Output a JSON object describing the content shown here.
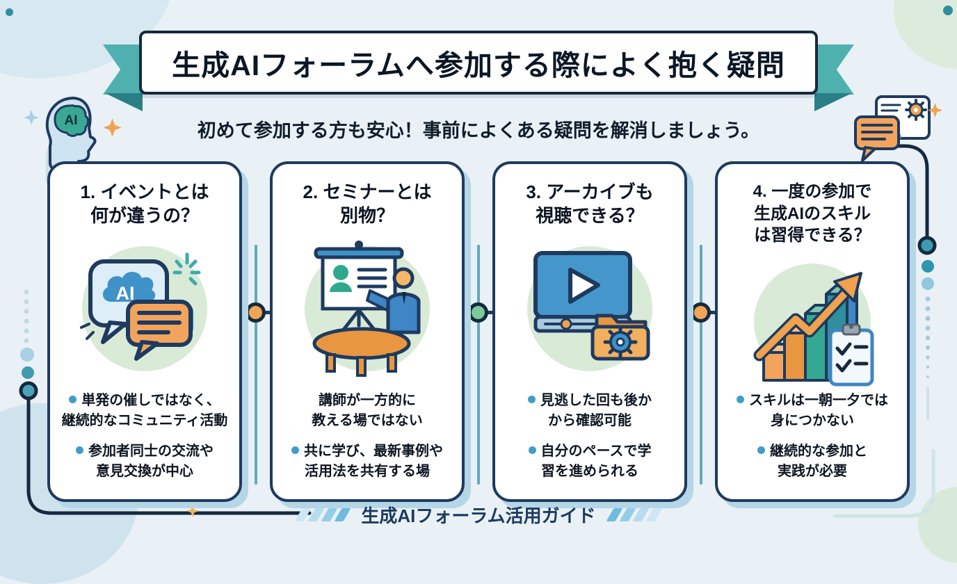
{
  "banner": {
    "title": "生成AIフォーラムへ参加する際によく抱く疑問"
  },
  "subtitle": "初めて参加する方も安心！事前によくある疑問を解消しましょう。",
  "decor": {
    "head_label": "AI"
  },
  "cards": [
    {
      "number": "1",
      "title_lines": [
        "1. イベントとは",
        "何が違うの？"
      ],
      "icon": "ai-chat-bubbles-icon",
      "icon_text": "AI",
      "bullets": [
        {
          "dot": true,
          "lines": [
            "単発の催しではなく、",
            "継続的なコミュニティ活動"
          ]
        },
        {
          "dot": true,
          "lines": [
            "参加者同士の交流や",
            "意見交換が中心"
          ]
        }
      ]
    },
    {
      "number": "2",
      "title_lines": [
        "2. セミナーとは",
        "別物？"
      ],
      "icon": "seminar-presentation-icon",
      "bullets": [
        {
          "dot": false,
          "lines": [
            "講師が一方的に",
            "教える場ではない"
          ]
        },
        {
          "dot": true,
          "lines": [
            "共に学び、最新事例や",
            "活用法を共有する場"
          ]
        }
      ]
    },
    {
      "number": "3",
      "title_lines": [
        "3. アーカイブも",
        "視聴できる？"
      ],
      "icon": "video-archive-icon",
      "bullets": [
        {
          "dot": true,
          "lines": [
            "見逃した回も後か",
            "から確認可能"
          ]
        },
        {
          "dot": true,
          "lines": [
            "自分のペースで学",
            "習を進められる"
          ]
        }
      ]
    },
    {
      "number": "4",
      "title_lines": [
        "4. 一度の参加で",
        "生成AIのスキル",
        "は習得できる？"
      ],
      "icon": "growth-stairs-checklist-icon",
      "bullets": [
        {
          "dot": true,
          "lines": [
            "スキルは一朝一夕では",
            "身につかない"
          ]
        },
        {
          "dot": true,
          "lines": [
            "継続的な参加と",
            "実践が必要"
          ]
        }
      ]
    }
  ],
  "connectors": [
    {
      "color": "#f0a556"
    },
    {
      "color": "#7cc99a"
    },
    {
      "color": "#f0a556"
    }
  ],
  "footer": {
    "label": "生成AIフォーラム活用ガイド"
  },
  "colors": {
    "background": "#e9f1f6",
    "navy_outline": "#1e3a5f",
    "ribbon_teal": "#4fb1af",
    "ribbon_fold": "#2a7f86",
    "card_shadow": "#b5d6e6",
    "icon_circle_green": "#d9ead7",
    "bullet_dot_blue": "#3f9ec9",
    "accent_orange": "#f0a24e",
    "accent_green": "#2fa98c",
    "accent_blue": "#3e92c8"
  }
}
